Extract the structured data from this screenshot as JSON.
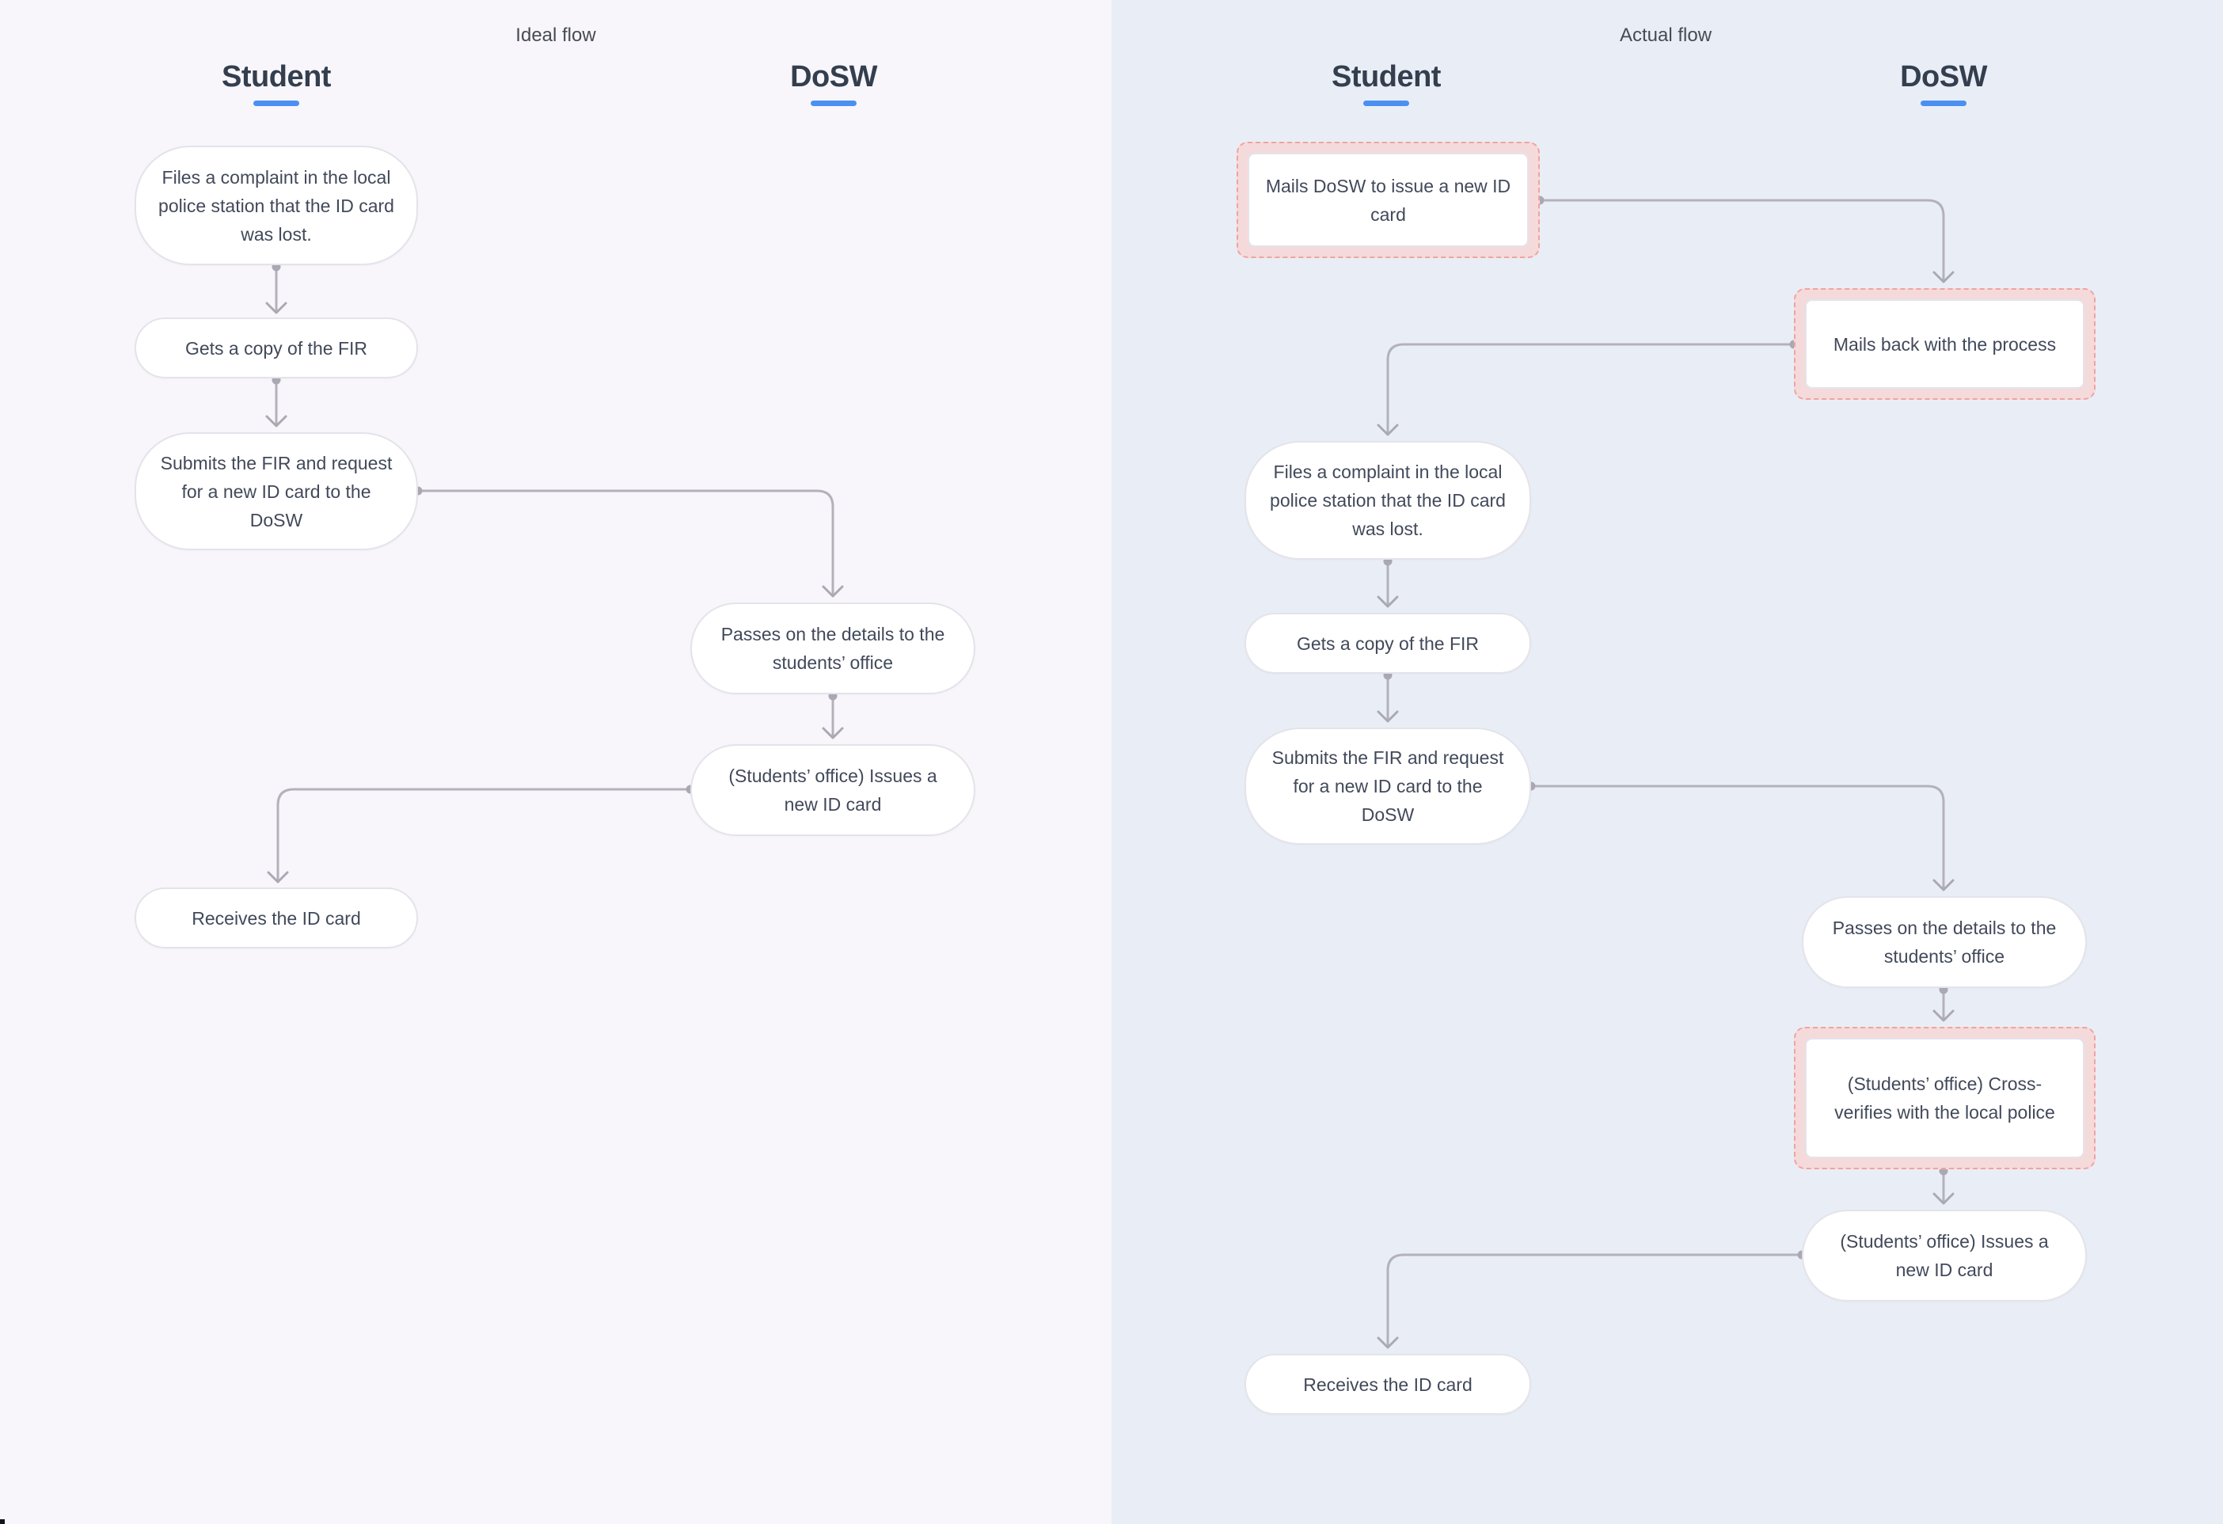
{
  "colors": {
    "ideal_panel_bg": "#f8f6fb",
    "actual_panel_bg": "#e9eef6",
    "node_bg": "#ffffff",
    "node_border": "#e4e3ea",
    "node_text": "#41495a",
    "header_text": "#333e4e",
    "title_text": "#474b52",
    "accent_blue": "#4a90f2",
    "alert_fill": "#f5dadb",
    "alert_border": "#f0a3a0",
    "connector": "#b3b2bb"
  },
  "panels": [
    {
      "title": "Ideal flow",
      "columns": [
        "Student",
        "DoSW"
      ],
      "nodes": [
        {
          "type": "process",
          "lane": "Student",
          "text": "Files a complaint in the local police station that the ID card was lost."
        },
        {
          "type": "process",
          "lane": "Student",
          "text": "Gets a copy of the FIR"
        },
        {
          "type": "process",
          "lane": "Student",
          "text": "Submits the FIR and request for a new ID card to the DoSW"
        },
        {
          "type": "process",
          "lane": "DoSW",
          "text": "Passes on the details to the students’ office"
        },
        {
          "type": "process",
          "lane": "DoSW",
          "text": "(Students’ office) Issues a new ID card"
        },
        {
          "type": "process",
          "lane": "Student",
          "text": "Receives the ID card"
        }
      ]
    },
    {
      "title": "Actual flow",
      "columns": [
        "Student",
        "DoSW"
      ],
      "nodes": [
        {
          "type": "alert",
          "lane": "Student",
          "text": "Mails DoSW to issue a new ID card"
        },
        {
          "type": "alert",
          "lane": "DoSW",
          "text": "Mails back with the process"
        },
        {
          "type": "process",
          "lane": "Student",
          "text": "Files a complaint in the local police station that the ID card was lost."
        },
        {
          "type": "process",
          "lane": "Student",
          "text": "Gets a copy of the FIR"
        },
        {
          "type": "process",
          "lane": "Student",
          "text": "Submits the FIR and request for a new ID card to the DoSW"
        },
        {
          "type": "process",
          "lane": "DoSW",
          "text": "Passes on the details to the students’ office"
        },
        {
          "type": "alert",
          "lane": "DoSW",
          "text": "(Students’ office) Cross-verifies with the local police"
        },
        {
          "type": "process",
          "lane": "DoSW",
          "text": "(Students’ office) Issues a new ID card"
        },
        {
          "type": "process",
          "lane": "Student",
          "text": "Receives the ID card"
        }
      ]
    }
  ]
}
